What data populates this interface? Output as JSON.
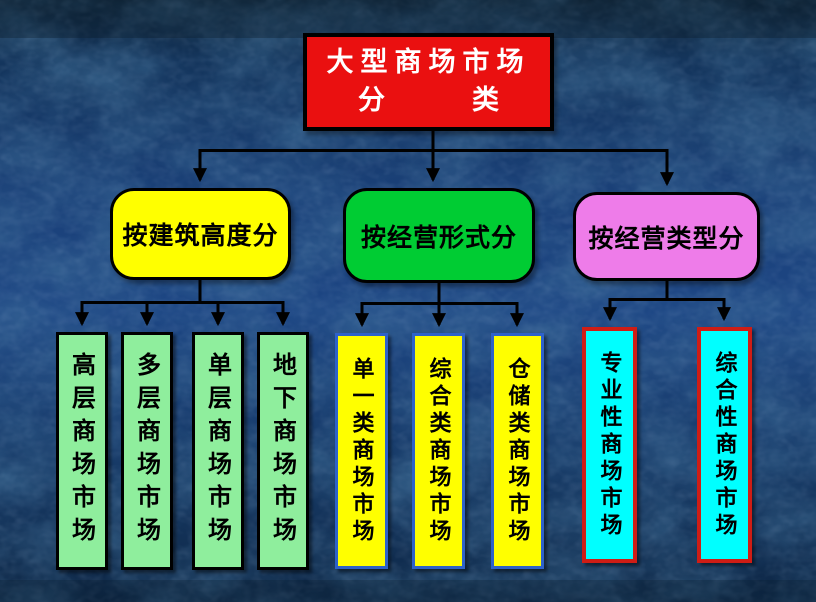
{
  "title": {
    "line1": "大型商场市场",
    "line2": "分　类"
  },
  "branches": [
    {
      "label": "按建筑高度分",
      "children": [
        "高层商场市场",
        "多层商场市场",
        "单层商场市场",
        "地下商场市场"
      ]
    },
    {
      "label": "按经营形式分",
      "children": [
        "单一类商场市场",
        "综合类商场市场",
        "仓储类商场市场"
      ]
    },
    {
      "label": "按经营类型分",
      "children": [
        "专业性商场市场",
        "综合性商场市场"
      ]
    }
  ],
  "colors": {
    "background": "#1d4684",
    "root_bg": "#ea1010",
    "root_text": "#ffffff",
    "branch_height_bg": "#ffff00",
    "branch_form_bg": "#00cc33",
    "branch_type_bg": "#ee7ce9",
    "leaf_height_bg": "#8fee9d",
    "leaf_height_border": "#000000",
    "leaf_form_bg": "#ffff00",
    "leaf_form_border": "#2e62c9",
    "leaf_type_bg": "#00ffff",
    "leaf_type_border": "#cf1d15",
    "connector": "#000000"
  }
}
